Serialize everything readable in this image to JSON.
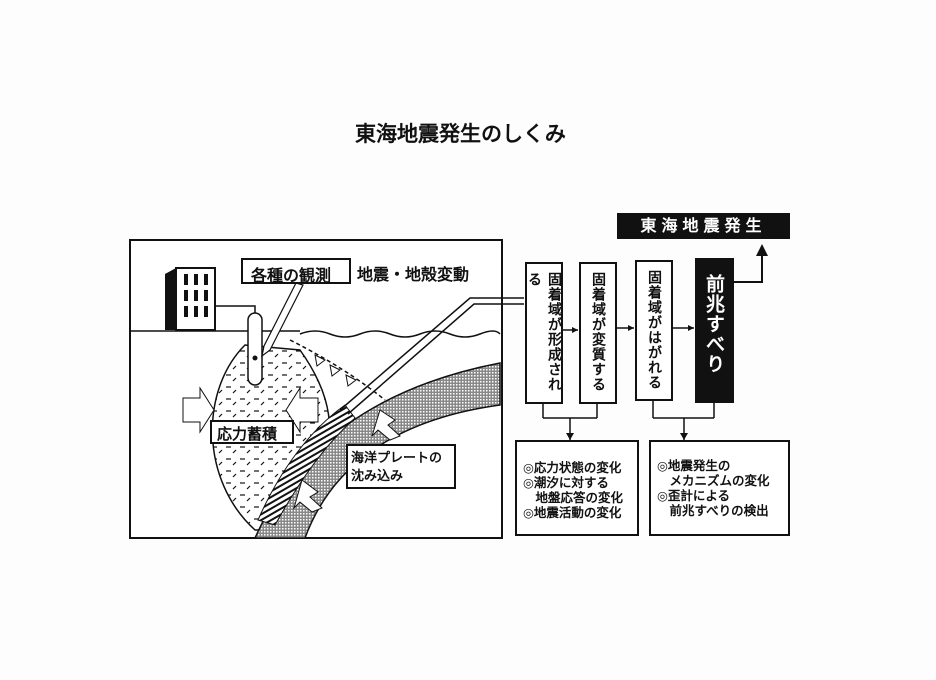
{
  "title": "東海地震発生のしくみ",
  "banner": "東海地震発生",
  "left_panel": {
    "observation_label": "各種の観測",
    "crust_label": "地震・地殻変動",
    "stress_label": "応力蓄積",
    "plate_label_line1": "海洋プレートの",
    "plate_label_line2": "沈み込み"
  },
  "stages": [
    {
      "label": "固着域が形成される"
    },
    {
      "label": "固着域が変質する"
    },
    {
      "label": "固着域がはがれる"
    },
    {
      "label": "前兆すべり"
    }
  ],
  "notes": {
    "left": [
      "◎応力状態の変化",
      "◎潮汐に対する",
      "　地盤応答の変化",
      "◎地震活動の変化"
    ],
    "right": [
      "◎地震発生の",
      "　メカニズムの変化",
      "◎歪計による",
      "　前兆すべりの検出"
    ]
  }
}
